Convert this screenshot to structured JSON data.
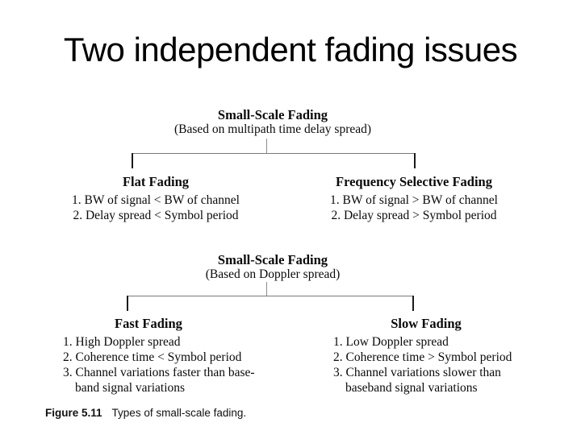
{
  "slide": {
    "title": "Two independent fading issues",
    "background_color": "#ffffff",
    "text_color": "#000000"
  },
  "figure": {
    "caption_label": "Figure 5.11",
    "caption_text": "Types of small-scale fading.",
    "diagrams": [
      {
        "root_title": "Small-Scale Fading",
        "root_subtitle": "(Based on multipath time delay spread)",
        "branches": [
          {
            "heading": "Flat Fading",
            "items": [
              "1. BW of signal < BW of channel",
              "2. Delay spread < Symbol period"
            ],
            "continuations": []
          },
          {
            "heading": "Frequency Selective Fading",
            "items": [
              "1. BW of signal > BW of channel",
              "2. Delay spread > Symbol period"
            ],
            "continuations": []
          }
        ]
      },
      {
        "root_title": "Small-Scale Fading",
        "root_subtitle": "(Based on Doppler spread)",
        "branches": [
          {
            "heading": "Fast Fading",
            "items": [
              "1. High Doppler spread",
              "2. Coherence time < Symbol period",
              "3. Channel variations faster than base-"
            ],
            "continuations": [
              "band signal variations"
            ]
          },
          {
            "heading": "Slow Fading",
            "items": [
              "1. Low Doppler spread",
              "2. Coherence time > Symbol period",
              "3. Channel variations slower than"
            ],
            "continuations": [
              "baseband signal variations"
            ]
          }
        ]
      }
    ]
  }
}
